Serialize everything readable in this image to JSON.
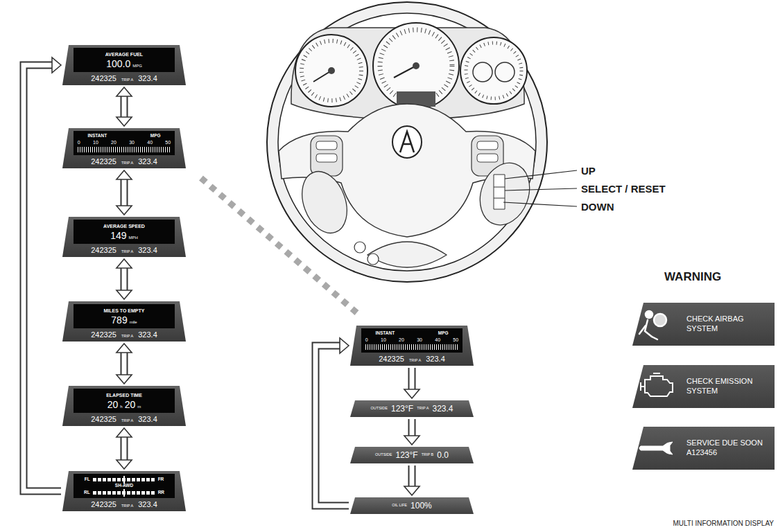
{
  "diagram": {
    "caption": "MULTI INFORMATION DISPLAY",
    "nodes": [
      {
        "text": [
          "AVERAGE FUEL",
          "100.0",
          "MPG",
          "242325",
          "TRIP A",
          "323.4"
        ]
      },
      {
        "text": [
          "INSTANT",
          "MPG",
          "0",
          "10",
          "20",
          "30",
          "40",
          "50",
          "242325",
          "TRIP A",
          "323.4"
        ]
      },
      {
        "text": [
          "AVERAGE SPEED",
          "149",
          "MPH",
          "242325",
          "TRIP A",
          "323.4"
        ]
      },
      {
        "text": [
          "MILES TO EMPTY",
          "789",
          "mile",
          "242325",
          "TRIP A",
          "323.4"
        ]
      },
      {
        "text": [
          "ELAPSED TIME",
          "20",
          "h",
          "20",
          "m",
          "242325",
          "TRIP A",
          "323.4"
        ]
      },
      {
        "text": [
          "FL",
          "FR",
          "SH-AWD",
          "RL",
          "RR",
          "242325",
          "TRIP A",
          "323.4"
        ]
      },
      {
        "text": [
          "INSTANT",
          "MPG",
          "0",
          "10",
          "20",
          "30",
          "40",
          "50",
          "242325",
          "TRIP A",
          "323.4"
        ]
      },
      {
        "text": [
          "OUTSIDE",
          "123°F",
          "TRIP A",
          "323.4"
        ]
      },
      {
        "text": [
          "OUTSIDE",
          "123°F",
          "TRIP B",
          "0.0"
        ]
      },
      {
        "text": [
          "OIL LIFE",
          "100%"
        ]
      },
      {
        "text": [
          "CHECK AIRBAG SYSTEM"
        ]
      },
      {
        "text": [
          "CHECK EMISSION SYSTEM"
        ]
      },
      {
        "text": [
          "SERVICE DUE SOON A123456"
        ]
      }
    ],
    "edges": [
      {
        "from": 0,
        "to": 1,
        "arrow": "both"
      },
      {
        "from": 1,
        "to": 2,
        "arrow": "both"
      },
      {
        "from": 2,
        "to": 3,
        "arrow": "both"
      },
      {
        "from": 3,
        "to": 4,
        "arrow": "both"
      },
      {
        "from": 4,
        "to": 5,
        "arrow": "both"
      },
      {
        "from": 5,
        "to": 0,
        "arrow": "to"
      },
      {
        "from": 1,
        "to": 6,
        "arrow": "none"
      },
      {
        "from": 6,
        "to": 7,
        "arrow": "to"
      },
      {
        "from": 7,
        "to": 8,
        "arrow": "to"
      },
      {
        "from": 8,
        "to": 9,
        "arrow": "to"
      },
      {
        "from": 9,
        "to": 6,
        "arrow": "to"
      }
    ],
    "labels": [
      "UP",
      "SELECT / RESET",
      "DOWN",
      "WARNING"
    ]
  }
}
